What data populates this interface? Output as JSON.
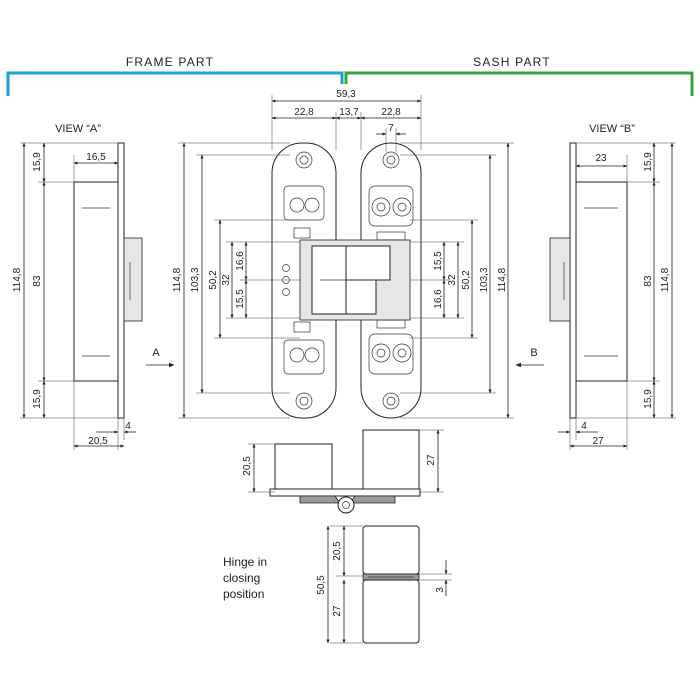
{
  "header": {
    "frame_part": "FRAME PART",
    "sash_part": "SASH PART",
    "frame_color": "#1ba0d8",
    "sash_color": "#3aa040"
  },
  "views": {
    "view_a": "VIEW “A”",
    "view_b": "VIEW “B”",
    "arrow_a": "A",
    "arrow_b": "B"
  },
  "dims": {
    "overall_width": "59,3",
    "frame_width": "22,8",
    "gap": "13,7",
    "sash_width": "22,8",
    "sash_screw": "7",
    "a_top": "15,9",
    "a_depth": "16,5",
    "a_total": "114,8",
    "a_mid": "83",
    "a_bottom": "15,9",
    "a_plate": "4",
    "a_width": "20,5",
    "b_depth": "23",
    "b_top": "15,9",
    "b_total": "114,8",
    "b_mid": "83",
    "b_bottom": "15,9",
    "b_plate": "4",
    "b_width": "27",
    "l_total": "114,8",
    "l_103": "103,3",
    "l_50": "50,2",
    "l_32": "32",
    "l_166": "16,6",
    "l_155": "15,5",
    "r_155": "15,5",
    "r_32": "32",
    "r_50": "50,2",
    "r_103": "103,3",
    "r_total": "114,8",
    "r_166": "16,6",
    "side_left": "20,5",
    "side_right": "27",
    "closed_top": "20,5",
    "closed_total": "50,5",
    "closed_bottom": "27",
    "closed_gap": "3"
  },
  "note": {
    "line1": "Hinge in",
    "line2": "closing",
    "line3": "position"
  }
}
